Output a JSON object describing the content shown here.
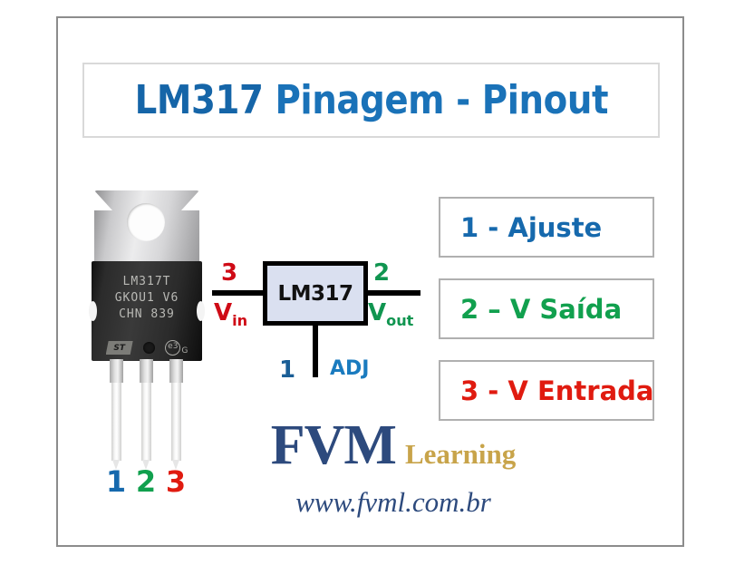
{
  "poster": {
    "title": "LM317 Pinagem - Pinout",
    "title_lead": "LM317",
    "title_rest": " Pinagem - Pinout"
  },
  "package": {
    "marking_line1": "LM317T",
    "marking_line2": "GKOU1 V6",
    "marking_line3": "CHN 839",
    "st_logo_text": "ST",
    "e3_mark": "e3",
    "g_mark": "G",
    "pin_numbers": [
      {
        "label": "1",
        "color": "#1669ad"
      },
      {
        "label": "2",
        "color": "#11a04e"
      },
      {
        "label": "3",
        "color": "#e01b10"
      }
    ]
  },
  "schematic": {
    "chip_label": "LM317",
    "pin3_number": "3",
    "pin3_name": "V",
    "pin3_sub": "in",
    "pin2_number": "2",
    "pin2_name": "V",
    "pin2_sub": "out",
    "pin1_number": "1",
    "pin1_name": "ADJ",
    "box_fill": "#dae0f0"
  },
  "legend": {
    "items": [
      {
        "text": "1 - Ajuste",
        "color": "#1669ad"
      },
      {
        "text": "2 – V Saída",
        "color": "#11a04e"
      },
      {
        "text": "3 - V Entrada",
        "color": "#e01b10"
      }
    ]
  },
  "brand": {
    "name": "FVM",
    "tagline": "Learning",
    "url": "www.fvml.com.br"
  }
}
